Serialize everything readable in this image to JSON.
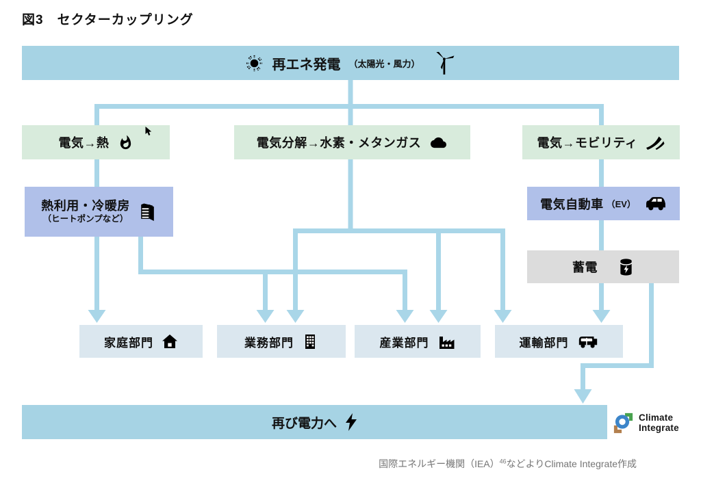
{
  "figure_title": "図3　セクターカップリング",
  "top_banner": {
    "label": "再エネ発電",
    "sub_label": "（太陽光・風力）",
    "icons": [
      "sun-icon",
      "wind-turbine-icon"
    ]
  },
  "conversion_boxes": [
    {
      "label": "電気→熱",
      "icon": "flame-icon"
    },
    {
      "label": "電気分解→水素・メタンガス",
      "icon": "cloud-icon"
    },
    {
      "label": "電気→モビリティ",
      "icon": "road-icon"
    }
  ],
  "tech_boxes": {
    "heat": {
      "label": "熱利用・冷暖房",
      "sub_label": "（ヒートポンプなど）",
      "icon": "hvac-unit-icon"
    },
    "ev": {
      "label": "電気自動車",
      "sub_label": "（EV）",
      "icon": "car-icon"
    },
    "storage": {
      "label": "蓄電",
      "icon": "battery-icon"
    }
  },
  "sector_boxes": [
    {
      "label": "家庭部門",
      "icon": "house-icon"
    },
    {
      "label": "業務部門",
      "icon": "office-building-icon"
    },
    {
      "label": "産業部門",
      "icon": "factory-icon"
    },
    {
      "label": "運輸部門",
      "icon": "bus-icon"
    }
  ],
  "bottom_banner": {
    "label": "再び電力へ",
    "icon": "lightning-bolt-icon"
  },
  "logo": {
    "line1": "Climate",
    "line2": "Integrate"
  },
  "caption": {
    "prefix": "国際エネルギー機関（IEA）",
    "superscript": "46",
    "suffix": "などよりClimate Integrate作成"
  },
  "colors": {
    "banner_blue": "#a6d3e4",
    "connector_blue": "#a9d6e8",
    "conversion_green": "#d8ebdc",
    "tech_purple": "#b0c0e9",
    "storage_gray": "#dcdcdc",
    "sector_blue_gray": "#dbe7ef",
    "logo_blue": "#3c85c9",
    "logo_green": "#49a24f",
    "logo_brown": "#b3804e",
    "caption_gray": "#757575"
  }
}
